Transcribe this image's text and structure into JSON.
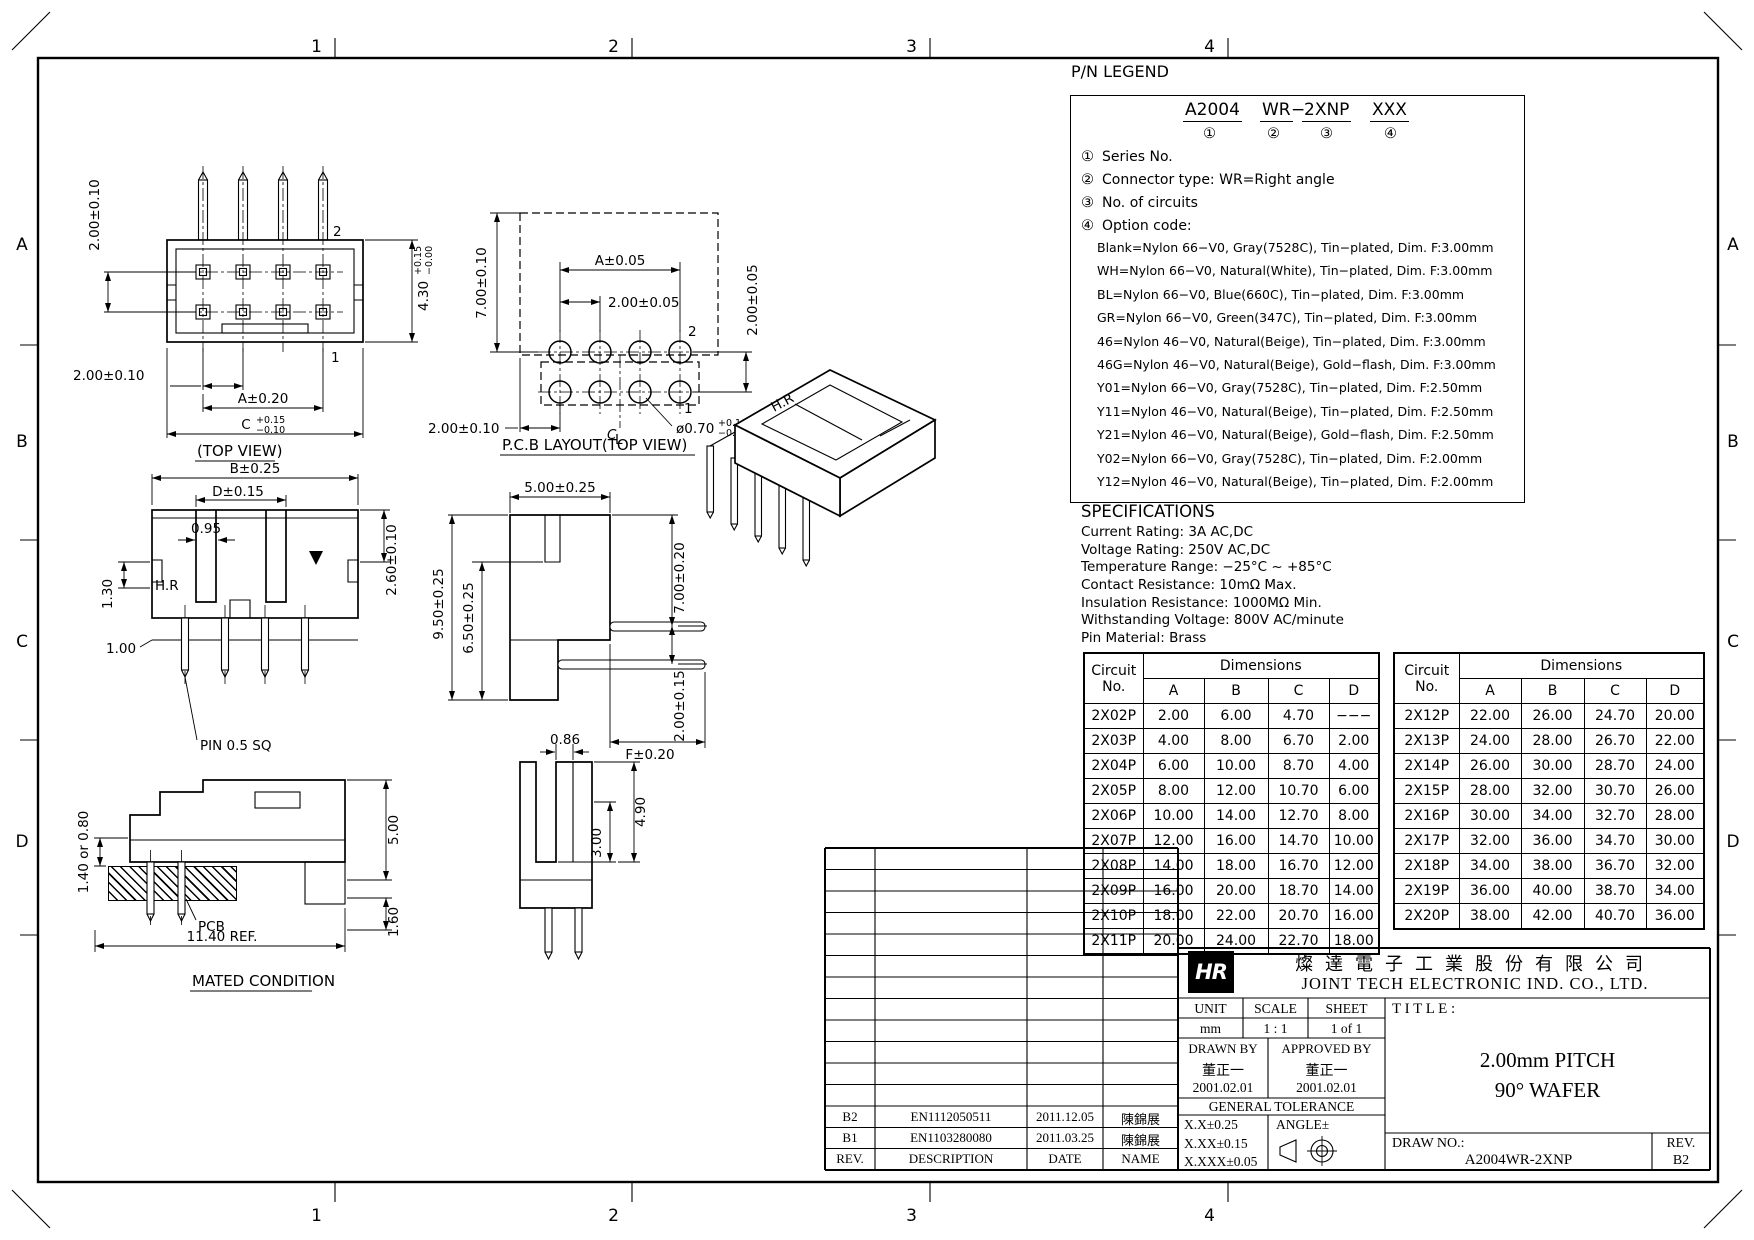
{
  "sheet": {
    "zone_cols": [
      "1",
      "2",
      "3",
      "4"
    ],
    "zone_rows": [
      "A",
      "B",
      "C",
      "D"
    ]
  },
  "legend": {
    "title": "P/N LEGEND",
    "pn": {
      "part1": "A2004",
      "part2": "WR",
      "dash": "−",
      "part3": "2XNP",
      "part4": "XXX",
      "c1": "①",
      "c2": "②",
      "c3": "③",
      "c4": "④"
    },
    "items": [
      {
        "marker": "①",
        "text": "Series No."
      },
      {
        "marker": "②",
        "text": "Connector type: WR=Right angle"
      },
      {
        "marker": "③",
        "text": "No. of circuits"
      },
      {
        "marker": "④",
        "text": "Option code:"
      }
    ],
    "options": [
      "Blank=Nylon 66−V0, Gray(7528C), Tin−plated, Dim. F:3.00mm",
      "WH=Nylon 66−V0, Natural(White), Tin−plated, Dim. F:3.00mm",
      "BL=Nylon 66−V0, Blue(660C), Tin−plated, Dim. F:3.00mm",
      "GR=Nylon 66−V0, Green(347C), Tin−plated, Dim. F:3.00mm",
      "46=Nylon 46−V0, Natural(Beige), Tin−plated, Dim. F:3.00mm",
      "46G=Nylon 46−V0, Natural(Beige), Gold−flash, Dim. F:3.00mm",
      "Y01=Nylon 66−V0, Gray(7528C), Tin−plated, Dim. F:2.50mm",
      "Y11=Nylon 46−V0, Natural(Beige), Tin−plated, Dim. F:2.50mm",
      "Y21=Nylon 46−V0, Natural(Beige), Gold−flash, Dim. F:2.50mm",
      "Y02=Nylon 66−V0, Gray(7528C), Tin−plated, Dim. F:2.00mm",
      "Y12=Nylon 46−V0, Natural(Beige), Tin−plated, Dim. F:2.00mm"
    ]
  },
  "specs": {
    "title": "SPECIFICATIONS",
    "lines": [
      "Current Rating: 3A AC,DC",
      "Voltage Rating: 250V AC,DC",
      "Temperature Range: −25°C ~ +85°C",
      "Contact Resistance: 10mΩ Max.",
      "Insulation Resistance: 1000MΩ Min.",
      "Withstanding Voltage: 800V AC/minute",
      "Pin Material: Brass"
    ]
  },
  "tables": {
    "headers": {
      "circuit": "Circuit",
      "no": "No.",
      "dimensions": "Dimensions",
      "a": "A",
      "b": "B",
      "c": "C",
      "d": "D"
    },
    "left_rows": [
      [
        "2X02P",
        "2.00",
        "6.00",
        "4.70",
        "−−−"
      ],
      [
        "2X03P",
        "4.00",
        "8.00",
        "6.70",
        "2.00"
      ],
      [
        "2X04P",
        "6.00",
        "10.00",
        "8.70",
        "4.00"
      ],
      [
        "2X05P",
        "8.00",
        "12.00",
        "10.70",
        "6.00"
      ],
      [
        "2X06P",
        "10.00",
        "14.00",
        "12.70",
        "8.00"
      ],
      [
        "2X07P",
        "12.00",
        "16.00",
        "14.70",
        "10.00"
      ],
      [
        "2X08P",
        "14.00",
        "18.00",
        "16.70",
        "12.00"
      ],
      [
        "2X09P",
        "16.00",
        "20.00",
        "18.70",
        "14.00"
      ],
      [
        "2X10P",
        "18.00",
        "22.00",
        "20.70",
        "16.00"
      ],
      [
        "2X11P",
        "20.00",
        "24.00",
        "22.70",
        "18.00"
      ]
    ],
    "right_rows": [
      [
        "2X12P",
        "22.00",
        "26.00",
        "24.70",
        "20.00"
      ],
      [
        "2X13P",
        "24.00",
        "28.00",
        "26.70",
        "22.00"
      ],
      [
        "2X14P",
        "26.00",
        "30.00",
        "28.70",
        "24.00"
      ],
      [
        "2X15P",
        "28.00",
        "32.00",
        "30.70",
        "26.00"
      ],
      [
        "2X16P",
        "30.00",
        "34.00",
        "32.70",
        "28.00"
      ],
      [
        "2X17P",
        "32.00",
        "36.00",
        "34.70",
        "30.00"
      ],
      [
        "2X18P",
        "34.00",
        "38.00",
        "36.70",
        "32.00"
      ],
      [
        "2X19P",
        "36.00",
        "40.00",
        "38.70",
        "34.00"
      ],
      [
        "2X20P",
        "38.00",
        "42.00",
        "40.70",
        "36.00"
      ]
    ]
  },
  "views": {
    "top": {
      "caption": "(TOP VIEW)",
      "row_pitch": "2.00±0.10",
      "col_pitch": "2.00±0.10",
      "a": "A±0.20",
      "c": "C",
      "c_p": "+0.15",
      "c_m": "−0.10",
      "h": "4.30",
      "h_p": "+0.15",
      "h_m": "−0.00",
      "n1": "1",
      "n2": "2"
    },
    "pcb": {
      "caption": "P.C.B LAYOUT(TOP VIEW)",
      "depth": "7.00±0.10",
      "a": "A±0.05",
      "pitch": "2.00±0.05",
      "row": "2.00±0.05",
      "edge": "2.00±0.10",
      "hole": "ø0.70",
      "hole_p": "+0.10",
      "hole_m": "−0.00",
      "n1": "1",
      "n2": "2",
      "cl_c": "C",
      "cl_l": "L"
    },
    "front": {
      "b": "B±0.25",
      "d": "D±0.15",
      "w095": "0.95",
      "h26": "2.60±0.10",
      "h13": "1.30",
      "h10": "1.00",
      "pin_note": "PIN 0.5 SQ",
      "marking": "H.R"
    },
    "side": {
      "w5": "5.00±0.25",
      "h95": "9.50±0.25",
      "h65": "6.50±0.25",
      "h7": "7.00±0.20",
      "p2": "2.00±0.15",
      "f": "F±0.20"
    },
    "iso": {
      "marking": "H.R"
    },
    "mated": {
      "caption": "MATED CONDITION",
      "standoff": "1.40 or 0.80",
      "h5": "5.00",
      "h16": "1.60",
      "pcb": "PCB",
      "ref": "11.40 REF."
    },
    "pin": {
      "w086": "0.86",
      "h3": "3.00",
      "h49": "4.90"
    }
  },
  "title_block": {
    "company_cn": "燦達電子工業股份有限公司",
    "company_en": "JOINT TECH ELECTRONIC IND. CO., LTD.",
    "logo": "HR",
    "unit": {
      "label": "UNIT",
      "value": "mm"
    },
    "scale": {
      "label": "SCALE",
      "value": "1 : 1"
    },
    "sheet": {
      "label": "SHEET",
      "value": "1 of 1"
    },
    "drawn": {
      "label": "DRAWN BY",
      "name": "董正一",
      "date": "2001.02.01"
    },
    "approved": {
      "label": "APPROVED BY",
      "name": "董正一",
      "date": "2001.02.01"
    },
    "tolerance": {
      "title": "GENERAL TOLERANCE",
      "t1": "X.X±0.25",
      "t2": "X.XX±0.15",
      "t3": "X.XXX±0.05",
      "angle": "ANGLE±"
    },
    "title_label": "T I T L E :",
    "title_line1": "2.00mm PITCH",
    "title_line2": "90° WAFER",
    "draw_no_label": "DRAW NO.:",
    "draw_no": "A2004WR-2XNP",
    "rev_label": "REV.",
    "rev_value": "B2",
    "rev_table": {
      "headers": [
        "REV.",
        "DESCRIPTION",
        "DATE",
        "NAME"
      ],
      "rows": [
        [
          "B2",
          "EN1112050511",
          "2011.12.05",
          "陳錦展"
        ],
        [
          "B1",
          "EN1103280080",
          "2011.03.25",
          "陳錦展"
        ]
      ]
    }
  }
}
